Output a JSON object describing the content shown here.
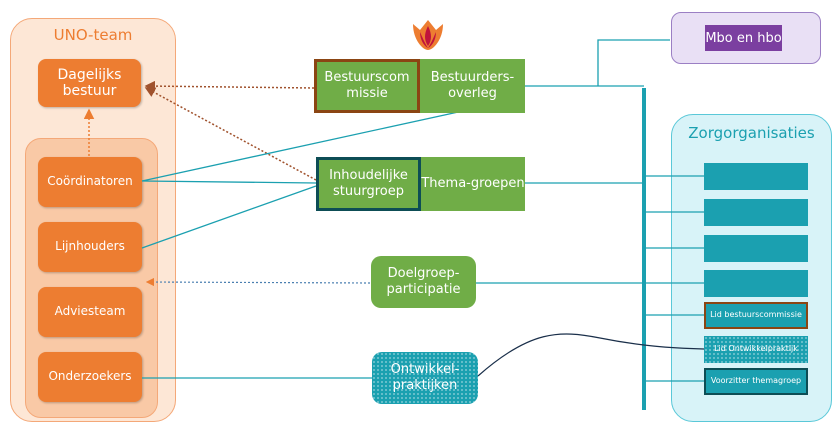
{
  "uno_team": {
    "title": "UNO-team",
    "dagelijks_bestuur": "Dagelijks bestuur",
    "members": [
      "Coördinatoren",
      "Lijnhouders",
      "Adviesteam",
      "Onderzoekers"
    ]
  },
  "governance": {
    "bestuurscommissie": "Bestuurscom missie",
    "bestuurdersoverleg": "Bestuurders-overleg",
    "inhoudelijke_stuurgroep": "Inhoudelijke stuurgroep",
    "themagroepen": "Thema-groepen",
    "doelgroepparticipatie": "Doelgroep-participatie",
    "ontwikkelpraktijken": "Ontwikkel-praktijken"
  },
  "mbo_hbo": {
    "label": "Mbo en hbo"
  },
  "zorg": {
    "title": "Zorgorganisaties",
    "rows": [
      "",
      "",
      "",
      ""
    ],
    "lid_bestuurscommissie": "Lid bestuurscommissie",
    "lid_ontwikkelpraktijk": "Lid Ontwikkelpraktijk",
    "voorzitter_themagroep": "Voorzitter themagroep"
  },
  "colors": {
    "orange": "#ed7d31",
    "green": "#70ad47",
    "teal": "#1ba0b0",
    "purple": "#7b3fa0",
    "brown": "#8b4513"
  },
  "logo": {
    "name": "uno-tulip-logo"
  }
}
